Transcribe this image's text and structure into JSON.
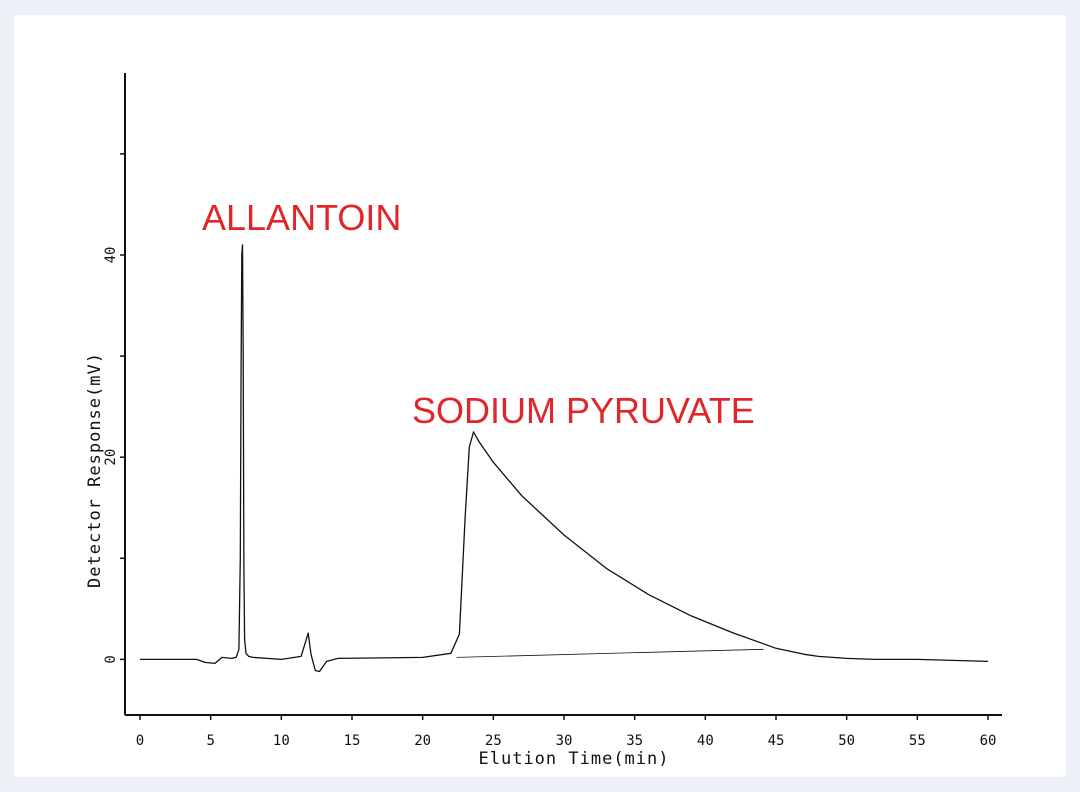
{
  "chart_data": {
    "type": "line",
    "title": "",
    "xlabel": "Elution Time(min)",
    "ylabel": "Detector Response(mV)",
    "xlim": [
      0,
      60
    ],
    "ylim": [
      -5.5,
      58
    ],
    "x_ticks": [
      0,
      5,
      10,
      15,
      20,
      25,
      30,
      35,
      40,
      45,
      50,
      55,
      60
    ],
    "y_tick_labels": [
      0,
      20,
      40
    ],
    "y_ticks_minor": [
      10,
      30,
      50
    ],
    "grid": false,
    "legend": "none",
    "series": [
      {
        "x": [
          0,
          4,
          4.6,
          5.3,
          5.8,
          6.5,
          6.8,
          7.0,
          7.1,
          7.15,
          7.2,
          7.25,
          7.3,
          7.35,
          7.4,
          7.5,
          7.7,
          8,
          10,
          11.4,
          11.9,
          12.1,
          12.4,
          12.7,
          13.2,
          14,
          20,
          22,
          22.6,
          23.0,
          23.3,
          23.6,
          24,
          25,
          27,
          30,
          33,
          36,
          39,
          42,
          44,
          45,
          46,
          47,
          48,
          50,
          52,
          55,
          60
        ],
        "y": [
          0,
          0,
          -0.3,
          -0.4,
          0.2,
          0.1,
          0.2,
          1,
          10,
          29,
          40,
          41,
          30,
          9,
          2,
          0.6,
          0.3,
          0.2,
          0,
          0.3,
          2.6,
          0.5,
          -1.1,
          -1.2,
          -0.2,
          0.1,
          0.2,
          0.6,
          2.5,
          14,
          21,
          22.5,
          21.5,
          19.5,
          16.2,
          12.3,
          9.0,
          6.4,
          4.3,
          2.6,
          1.6,
          1.1,
          0.8,
          0.5,
          0.3,
          0.1,
          0,
          0,
          -0.2
        ]
      },
      {
        "x": [
          22.4,
          44.1
        ],
        "y": [
          0.2,
          1.0
        ]
      }
    ],
    "annotations": [
      {
        "text": "ALLANTOIN",
        "x": 7.2,
        "y": 41,
        "color": "#e0262b"
      },
      {
        "text": "SODIUM PYRUVATE",
        "x": 23.6,
        "y": 22.5,
        "color": "#e0262b"
      }
    ],
    "line_color": "#111111"
  }
}
